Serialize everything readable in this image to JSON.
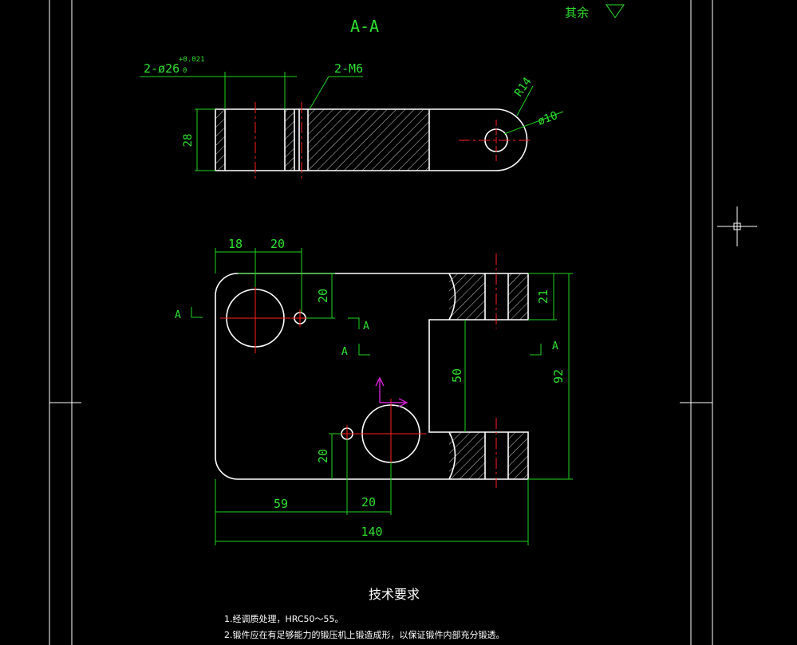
{
  "section_title": "A-A",
  "surface_finish": {
    "label": "其余"
  },
  "top_view": {
    "hole_callout": "2-ø26",
    "hole_tol_upper": "+0.021",
    "hole_tol_lower": "0",
    "thread_callout": "2-M6",
    "radius_callout": "R14",
    "pin_hole_callout": "ø10",
    "thickness": "28"
  },
  "front_view": {
    "dim_18": "18",
    "dim_20_top": "20",
    "dim_20_left_upper": "20",
    "dim_20_left_lower": "20",
    "dim_21": "21",
    "dim_50": "50",
    "dim_92": "92",
    "dim_59": "59",
    "dim_20_bottom": "20",
    "dim_140": "140",
    "section_mark": "A"
  },
  "notes": {
    "title": "技术要求",
    "items": [
      "1.经调质处理，HRC50～55。",
      "2.锻件应在有足够能力的锻压机上锻造成形，以保证锻件内部充分锻透。"
    ]
  },
  "colors": {
    "background": "#000000",
    "outline": "#ffffff",
    "dimension": "#2ee02e",
    "centerline": "#ff2020",
    "ucs": "#d020d0"
  }
}
